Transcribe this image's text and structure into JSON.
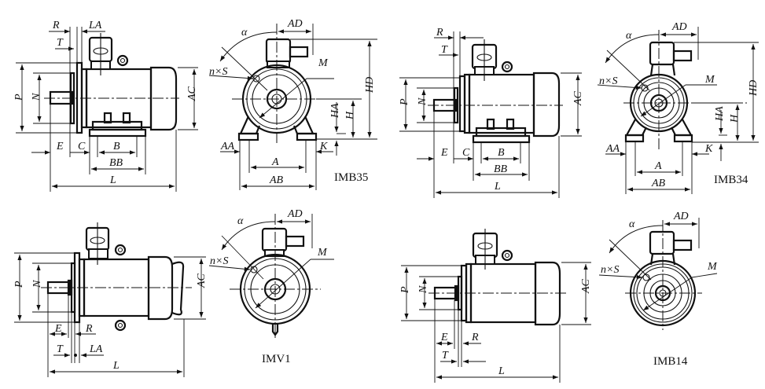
{
  "figure": {
    "views": [
      {
        "caption": "IMB35",
        "side_labels": {
          "R": "R",
          "LA": "LA",
          "T": "T",
          "P": "P",
          "N": "N",
          "AC": "AC",
          "E": "E",
          "C": "C",
          "B": "B",
          "BB": "BB",
          "L": "L"
        },
        "front_labels": {
          "alpha": "α",
          "AD": "AD",
          "nS": "n×S",
          "M": "M",
          "HD": "HD",
          "HA": "HA",
          "H": "H",
          "AA": "AA",
          "K": "K",
          "A": "A",
          "AB": "AB"
        }
      },
      {
        "caption": "IMB34",
        "side_labels": {
          "R": "R",
          "T": "T",
          "P": "P",
          "N": "N",
          "AC": "AC",
          "E": "E",
          "C": "C",
          "B": "B",
          "BB": "BB",
          "L": "L"
        },
        "front_labels": {
          "alpha": "α",
          "AD": "AD",
          "nS": "n×S",
          "M": "M",
          "HD": "HD",
          "HA": "HA",
          "H": "H",
          "AA": "AA",
          "K": "K",
          "A": "A",
          "AB": "AB"
        }
      },
      {
        "caption": "IMV1",
        "side_labels": {
          "P": "P",
          "N": "N",
          "AC": "AC",
          "E": "E",
          "R": "R",
          "T": "T",
          "LA": "LA",
          "L": "L"
        },
        "front_labels": {
          "alpha": "α",
          "AD": "AD",
          "nS": "n×S",
          "M": "M"
        }
      },
      {
        "caption": "IMB14",
        "side_labels": {
          "P": "P",
          "N": "N",
          "AC": "AC",
          "E": "E",
          "R": "R",
          "T": "T",
          "L": "L"
        },
        "front_labels": {
          "alpha": "α",
          "AD": "AD",
          "nS": "n×S",
          "M": "M"
        }
      }
    ]
  }
}
